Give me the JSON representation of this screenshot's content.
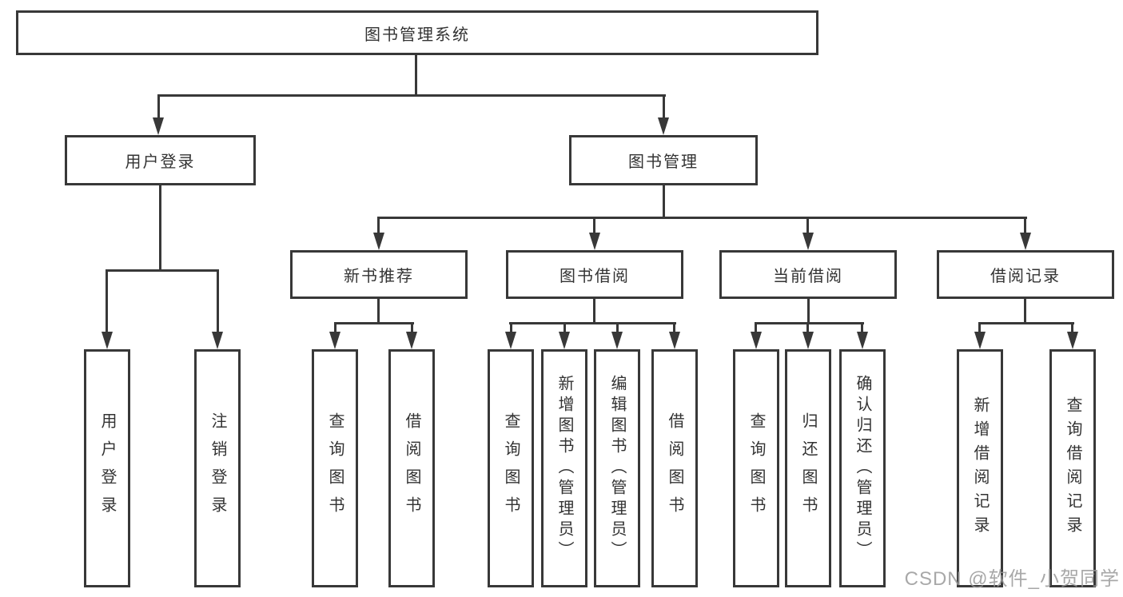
{
  "diagram": {
    "title": "图书管理系统",
    "type": "hierarchy-tree"
  },
  "nodes": {
    "root": "图书管理系统",
    "level2": [
      "用户登录",
      "图书管理"
    ],
    "level3": [
      "新书推荐",
      "图书借阅",
      "当前借阅",
      "借阅记录"
    ],
    "leaves_login": [
      "用户登录",
      "注销登录"
    ],
    "leaves_new_book": [
      "查询图书",
      "借阅图书"
    ],
    "leaves_borrow": [
      "查询图书",
      "新增图书（管理员）",
      "编辑图书（管理员）",
      "借阅图书"
    ],
    "leaves_current": [
      "查询图书",
      "归还图书",
      "确认归还（管理员）"
    ],
    "leaves_records": [
      "新增借阅记录",
      "查询借阅记录"
    ]
  },
  "watermark": "CSDN @软件_小贺同学",
  "colors": {
    "line": "#383838",
    "text": "#333333",
    "background": "#ffffff",
    "watermark": "#9a9a9a"
  }
}
